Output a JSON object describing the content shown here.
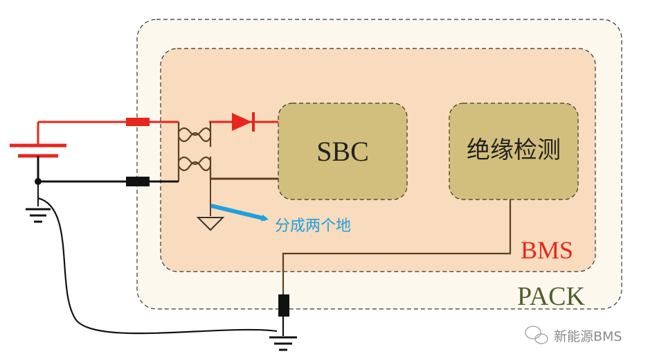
{
  "labels": {
    "sbc": "SBC",
    "insulation": "绝缘检测",
    "bms": "BMS",
    "pack": "PACK",
    "annotation": "分成两个地",
    "watermark": "新能源BMS"
  },
  "colors": {
    "pack_fill": "#fdf8ee",
    "bms_fill": "#f9dbbd",
    "module_fill": "#d3bf7d",
    "positive_wire": "#e8251c",
    "negative_wire": "#111111",
    "ground_wire": "#5a3f22",
    "annotation": "#1ea0e0",
    "bms_label": "#e8251c",
    "pack_label": "#4f5d2c"
  },
  "icons": {
    "battery": "battery-symbol",
    "transformer": "transformer-symbol",
    "diode": "diode-symbol",
    "ground": "ground-symbol",
    "fuse": "connector-symbol",
    "arrow": "arrow-icon",
    "wechat": "wechat-icon"
  }
}
